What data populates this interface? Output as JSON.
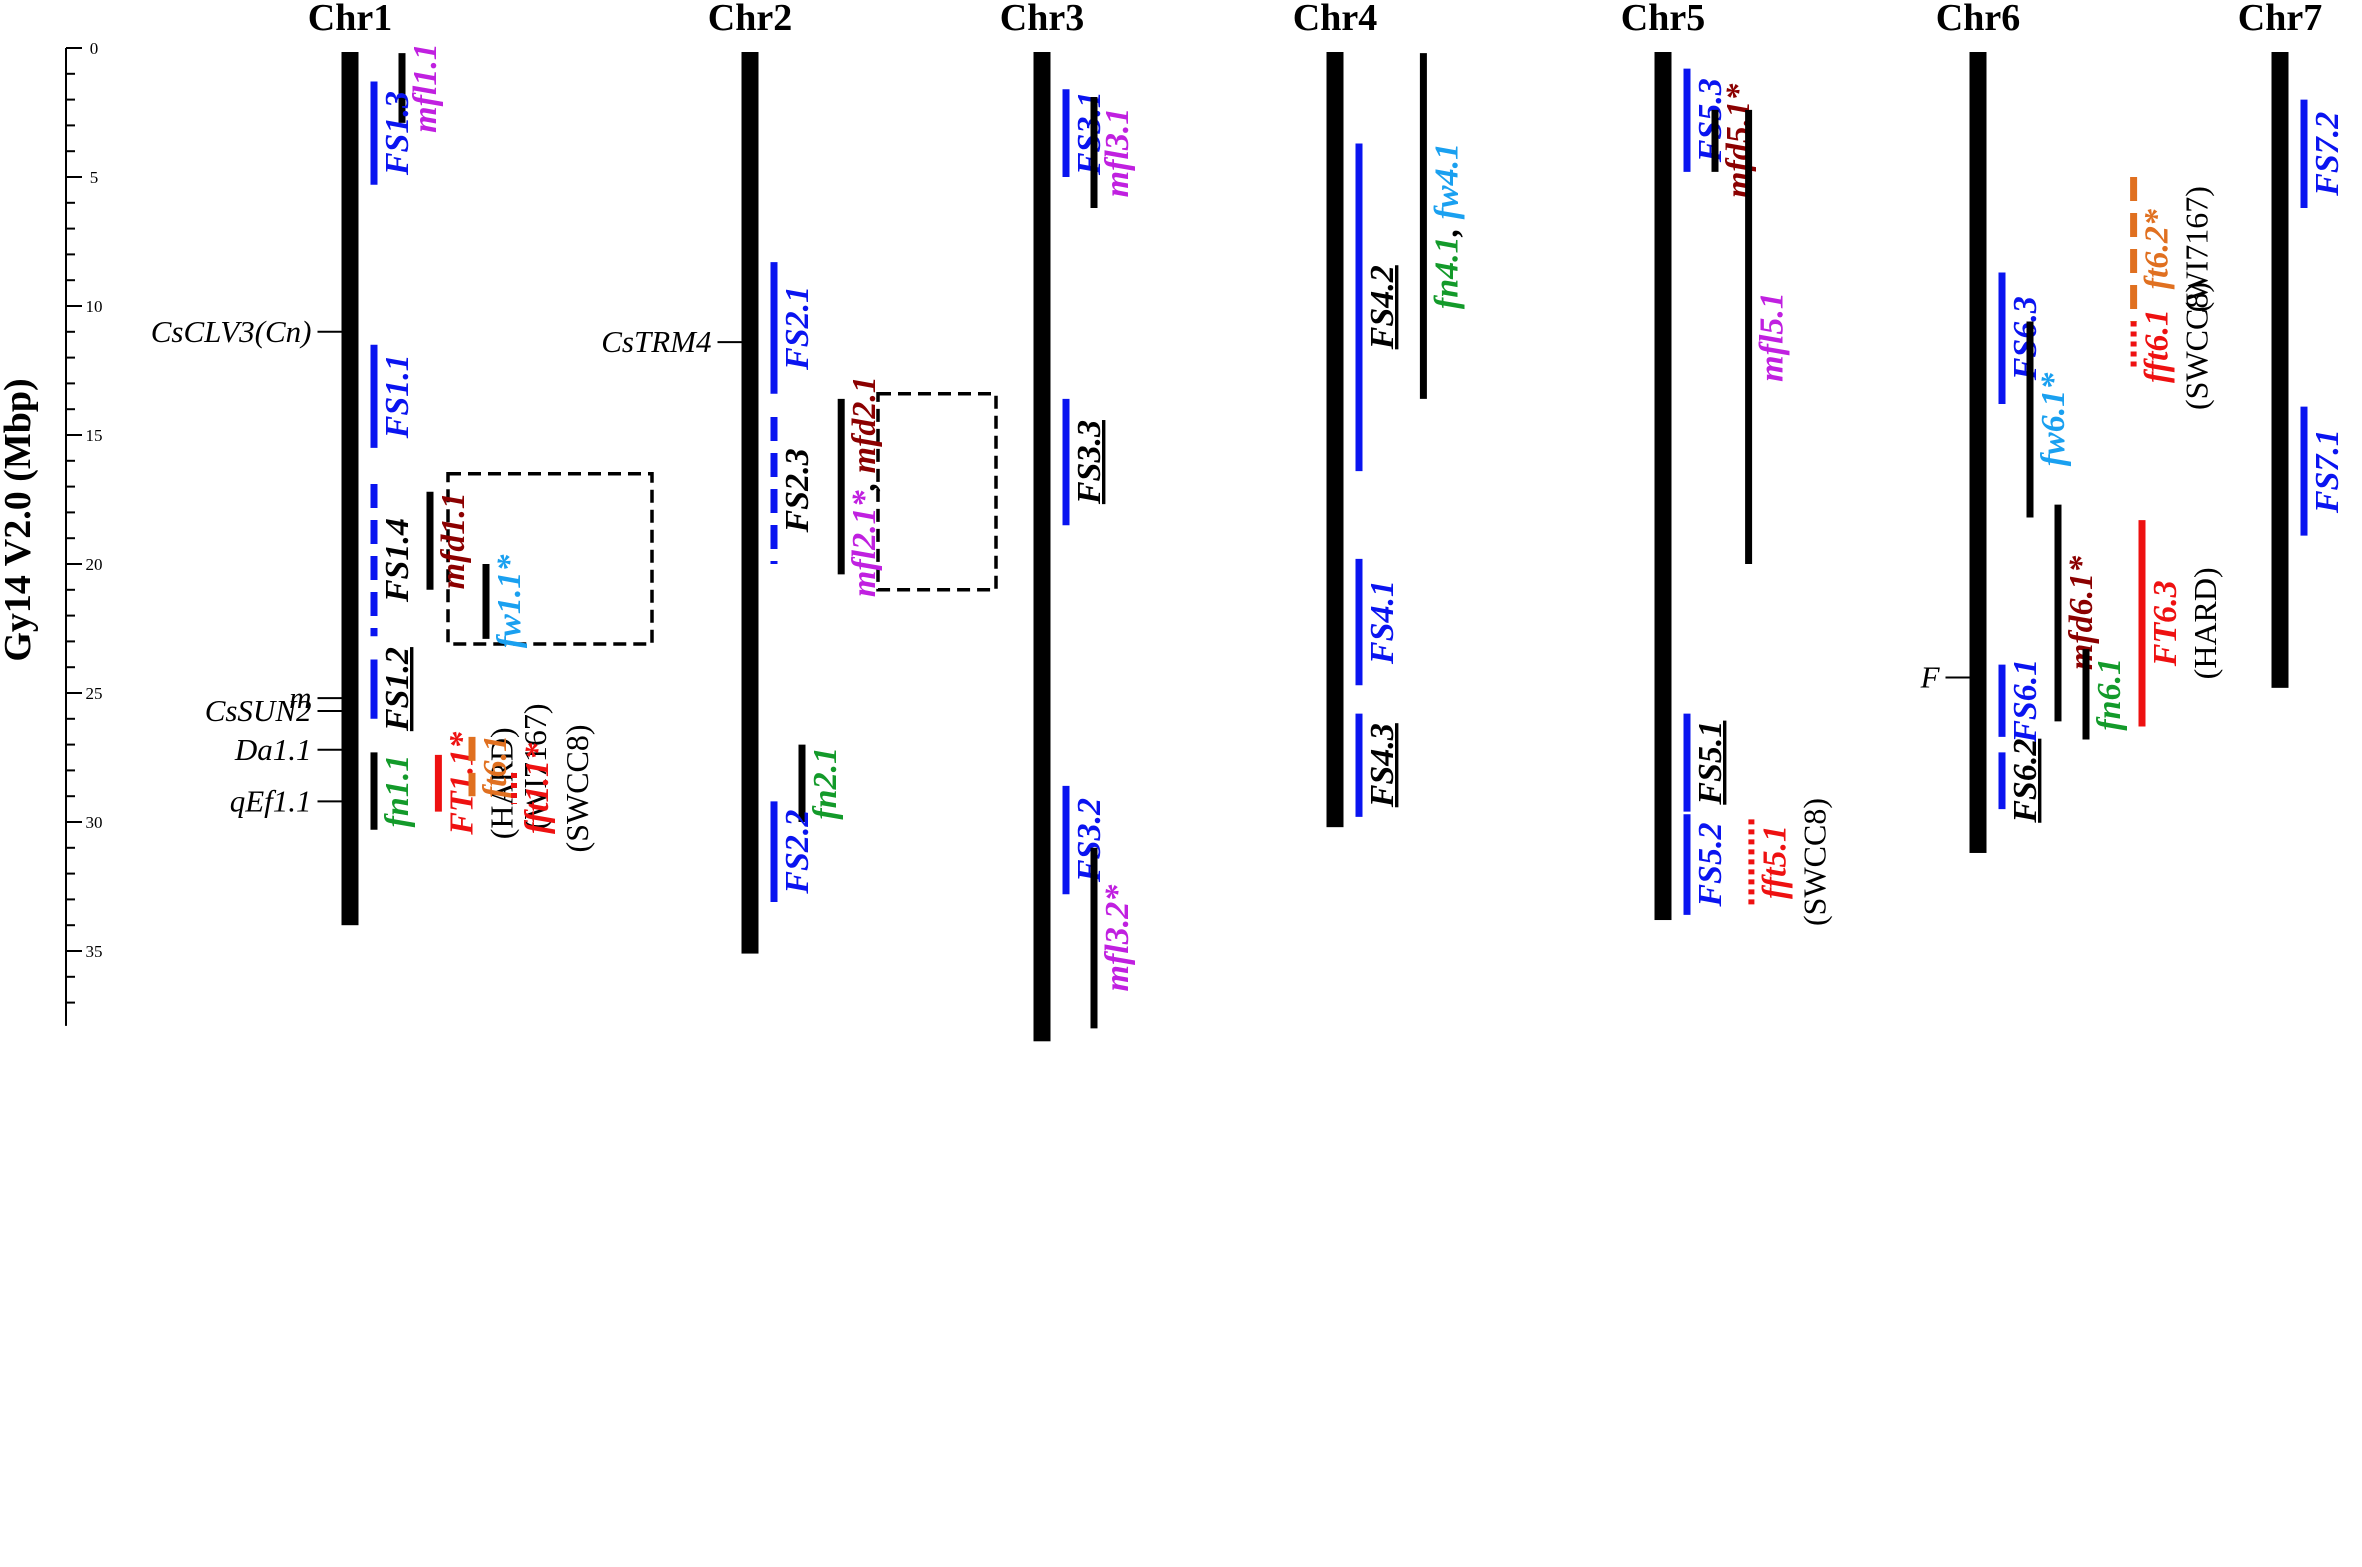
{
  "figure": {
    "yaxis_label": "Gy14 V2.0 (Mbp)",
    "ticks": [
      "0",
      "5",
      "10",
      "15",
      "20",
      "25",
      "30",
      "35"
    ],
    "yrange": [
      0,
      38.5
    ]
  },
  "colors": {
    "FS": "#0a14f0",
    "black": "#000000",
    "mfl": "#c020e0",
    "mfd": "#8b0000",
    "fw": "#1aa0f0",
    "fn": "#139a2a",
    "FT": "#ee1111",
    "ft": "#e07020",
    "fft": "#ee1111"
  },
  "chromosomes": [
    {
      "name": "Chr1",
      "length": 34.0
    },
    {
      "name": "Chr2",
      "length": 35.1
    },
    {
      "name": "Chr3",
      "length": 38.5
    },
    {
      "name": "Chr4",
      "length": 30.2
    },
    {
      "name": "Chr5",
      "length": 33.8
    },
    {
      "name": "Chr6",
      "length": 31.2
    },
    {
      "name": "Chr7",
      "length": 24.8
    }
  ],
  "genes": [
    {
      "name": "CsCLV3(Cn)",
      "chr": 0,
      "pos": 11.0
    },
    {
      "name": "m",
      "chr": 0,
      "pos": 25.2
    },
    {
      "name": "CsSUN2",
      "chr": 0,
      "pos": 25.7
    },
    {
      "name": "Da1.1",
      "chr": 0,
      "pos": 27.2
    },
    {
      "name": "qEf1.1",
      "chr": 0,
      "pos": 29.2
    },
    {
      "name": "CsTRM4",
      "chr": 1,
      "pos": 11.4
    },
    {
      "name": "F",
      "chr": 5,
      "pos": 24.4
    }
  ],
  "qtls": [
    {
      "label": "mfl1.1",
      "star": "",
      "color": "mfl",
      "bar_color": "black",
      "style": "solid",
      "chr": 0,
      "col": 2,
      "start": 0.2,
      "end": 2.9
    },
    {
      "label": "FS1.3",
      "star": "",
      "color": "FS",
      "bar_color": "FS",
      "style": "solid",
      "chr": 0,
      "col": 1,
      "start": 1.3,
      "end": 5.3
    },
    {
      "label": "FS1.1",
      "star": "",
      "color": "FS",
      "bar_color": "FS",
      "style": "solid",
      "chr": 0,
      "col": 1,
      "start": 11.5,
      "end": 15.5
    },
    {
      "label": "FS1.4",
      "star": "",
      "color": "black",
      "bar_color": "FS",
      "style": "dashed",
      "chr": 0,
      "col": 1,
      "start": 16.9,
      "end": 22.8
    },
    {
      "label": "mfd1.1",
      "star": "",
      "color": "mfd",
      "bar_color": "black",
      "style": "solid",
      "chr": 0,
      "col": 3,
      "start": 17.2,
      "end": 21.0
    },
    {
      "label": "fw1.1",
      "star": "*",
      "color": "fw",
      "bar_color": "black",
      "style": "solid",
      "chr": 0,
      "col": 5,
      "start": 20.0,
      "end": 22.9
    },
    {
      "label": "FS1.2",
      "star": "",
      "color": "black",
      "underline": true,
      "bar_color": "FS",
      "style": "solid",
      "chr": 0,
      "col": 1,
      "start": 23.7,
      "end": 26.0
    },
    {
      "label": "fn1.1",
      "star": "",
      "color": "fn",
      "bar_color": "black",
      "style": "solid",
      "chr": 0,
      "col": 1,
      "start": 27.3,
      "end": 30.3
    },
    {
      "label": "FT1.1",
      "star": "*",
      "color": "FT",
      "bar_color": "FT",
      "style": "solid",
      "chr": 0,
      "col": 3.3,
      "start": 27.4,
      "end": 29.6,
      "pop": "(HARD)"
    },
    {
      "label": "ft6.1",
      "star": "",
      "color": "ft",
      "bar_color": "ft",
      "style": "dashed",
      "chr": 0,
      "col": 4.5,
      "start": 26.7,
      "end": 29.0,
      "pop": "(WI7167)"
    },
    {
      "label": "fft1.1",
      "star": "*",
      "color": "fft",
      "bar_color": "fft",
      "style": "dotted",
      "chr": 0,
      "col": 6,
      "start": 28.1,
      "end": 29.3,
      "pop": "(SWCC8)"
    },
    {
      "label": "FS2.1",
      "star": "",
      "color": "FS",
      "bar_color": "FS",
      "style": "solid",
      "chr": 1,
      "col": 1,
      "start": 8.3,
      "end": 13.4
    },
    {
      "label": "FS2.3",
      "star": "",
      "color": "black",
      "bar_color": "FS",
      "style": "dashed",
      "chr": 1,
      "col": 1,
      "start": 14.3,
      "end": 20.0
    },
    {
      "label": "mfl2.1",
      "star": "*",
      "color": "mfl",
      "bar_color": "black",
      "style": "solid",
      "chr": 1,
      "col": 3.4,
      "start": 13.6,
      "end": 20.4,
      "second": "mfd2.1",
      "second_color": "mfd"
    },
    {
      "label": "fn2.1",
      "star": "",
      "color": "fn",
      "bar_color": "black",
      "style": "solid",
      "chr": 1,
      "col": 2,
      "start": 27.0,
      "end": 30.0
    },
    {
      "label": "FS2.2",
      "star": "",
      "color": "FS",
      "bar_color": "FS",
      "style": "solid",
      "chr": 1,
      "col": 1,
      "start": 29.2,
      "end": 33.1
    },
    {
      "label": "FS3.1",
      "star": "",
      "color": "FS",
      "bar_color": "FS",
      "style": "solid",
      "chr": 2,
      "col": 1,
      "start": 1.6,
      "end": 5.0
    },
    {
      "label": "mfl3.1",
      "star": "",
      "color": "mfl",
      "bar_color": "black",
      "style": "solid",
      "chr": 2,
      "col": 2,
      "start": 1.9,
      "end": 6.2
    },
    {
      "label": "FS3.3",
      "star": "",
      "color": "black",
      "underline": true,
      "bar_color": "FS",
      "style": "solid",
      "chr": 2,
      "col": 1,
      "start": 13.6,
      "end": 18.5
    },
    {
      "label": "FS3.2",
      "star": "",
      "color": "FS",
      "bar_color": "FS",
      "style": "solid",
      "chr": 2,
      "col": 1,
      "start": 28.6,
      "end": 32.8
    },
    {
      "label": "mfl3.2",
      "star": "*",
      "color": "mfl",
      "bar_color": "black",
      "style": "solid",
      "chr": 2,
      "col": 2,
      "start": 31.0,
      "end": 38.0
    },
    {
      "label": "fn4.1",
      "star": "",
      "color": "fn",
      "bar_color": "black",
      "style": "solid",
      "chr": 3,
      "col": 3.3,
      "start": 0.2,
      "end": 13.6,
      "second": "fw4.1",
      "second_color": "fw"
    },
    {
      "label": "FS4.2",
      "star": "",
      "color": "black",
      "underline": true,
      "bar_color": "FS",
      "style": "solid",
      "chr": 3,
      "col": 1,
      "start": 3.7,
      "end": 16.4
    },
    {
      "label": "FS4.1",
      "star": "",
      "color": "FS",
      "bar_color": "FS",
      "style": "solid",
      "chr": 3,
      "col": 1,
      "start": 19.8,
      "end": 24.7
    },
    {
      "label": "FS4.3",
      "star": "",
      "color": "black",
      "underline": true,
      "bar_color": "FS",
      "style": "solid",
      "chr": 3,
      "col": 1,
      "start": 25.8,
      "end": 29.8
    },
    {
      "label": "FS5.3",
      "star": "",
      "color": "FS",
      "bar_color": "FS",
      "style": "solid",
      "chr": 4,
      "col": 1,
      "start": 0.8,
      "end": 4.8
    },
    {
      "label": "mfd5.1",
      "star": "*",
      "color": "mfd",
      "bar_color": "black",
      "style": "solid",
      "chr": 4,
      "col": 2,
      "start": 2.4,
      "end": 4.8
    },
    {
      "label": "mfl5.1",
      "star": "",
      "color": "mfl",
      "bar_color": "black",
      "style": "solid",
      "chr": 4,
      "col": 3.2,
      "start": 2.4,
      "end": 20.0
    },
    {
      "label": "FS5.1",
      "star": "",
      "color": "black",
      "underline": true,
      "bar_color": "FS",
      "style": "solid",
      "chr": 4,
      "col": 1,
      "start": 25.8,
      "end": 29.6
    },
    {
      "label": "FS5.2",
      "star": "",
      "color": "FS",
      "bar_color": "FS",
      "style": "solid",
      "chr": 4,
      "col": 1,
      "start": 29.7,
      "end": 33.6
    },
    {
      "label": "fft5.1",
      "star": "",
      "color": "fft",
      "bar_color": "fft",
      "style": "dotted",
      "chr": 4,
      "col": 3.3,
      "start": 29.9,
      "end": 33.2,
      "pop": "(SWCC8)"
    },
    {
      "label": "FS6.3",
      "star": "",
      "color": "FS",
      "bar_color": "FS",
      "style": "solid",
      "chr": 5,
      "col": 1,
      "start": 8.7,
      "end": 13.8
    },
    {
      "label": "fw6.1",
      "star": "*",
      "color": "fw",
      "bar_color": "black",
      "style": "solid",
      "chr": 5,
      "col": 2,
      "start": 10.6,
      "end": 18.2
    },
    {
      "label": "mfd6.1",
      "star": "*",
      "color": "mfd",
      "bar_color": "black",
      "style": "solid",
      "chr": 5,
      "col": 3,
      "start": 17.7,
      "end": 26.1
    },
    {
      "label": "FS6.1",
      "star": "",
      "color": "FS",
      "bar_color": "FS",
      "style": "solid",
      "chr": 5,
      "col": 1,
      "start": 23.9,
      "end": 26.7
    },
    {
      "label": "fn6.1",
      "star": "",
      "color": "fn",
      "bar_color": "black",
      "style": "solid",
      "chr": 5,
      "col": 4,
      "start": 23.3,
      "end": 26.8
    },
    {
      "label": "FS6.2",
      "star": "",
      "color": "black",
      "underline": true,
      "bar_color": "FS",
      "style": "solid",
      "chr": 5,
      "col": 1,
      "start": 27.3,
      "end": 29.5
    },
    {
      "label": "ft6.2",
      "star": "*",
      "color": "ft",
      "bar_color": "ft",
      "style": "dashed",
      "chr": 5,
      "col": 5.7,
      "start": 5.0,
      "end": 10.6,
      "pop": "(WI7167)"
    },
    {
      "label": "fft6.1",
      "star": "",
      "color": "fft",
      "bar_color": "fft",
      "style": "dotted",
      "chr": 5,
      "col": 5.7,
      "start": 10.6,
      "end": 12.5,
      "pop": "(SWCC8)"
    },
    {
      "label": "FT6.3",
      "star": "",
      "color": "FT",
      "bar_color": "FT",
      "style": "solid",
      "chr": 5,
      "col": 6,
      "start": 18.3,
      "end": 26.3,
      "pop": "(HARD)"
    },
    {
      "label": "FS7.2",
      "star": "",
      "color": "FS",
      "bar_color": "FS",
      "style": "solid",
      "chr": 6,
      "col": 1,
      "start": 2.0,
      "end": 6.2
    },
    {
      "label": "FS7.1",
      "star": "",
      "color": "FS",
      "bar_color": "FS",
      "style": "solid",
      "chr": 6,
      "col": 1,
      "start": 13.9,
      "end": 18.9
    }
  ],
  "boxes": [
    {
      "chr": 0,
      "start": 16.5,
      "end": 23.1
    },
    {
      "chr": 1,
      "start": 13.4,
      "end": 21.0
    }
  ]
}
